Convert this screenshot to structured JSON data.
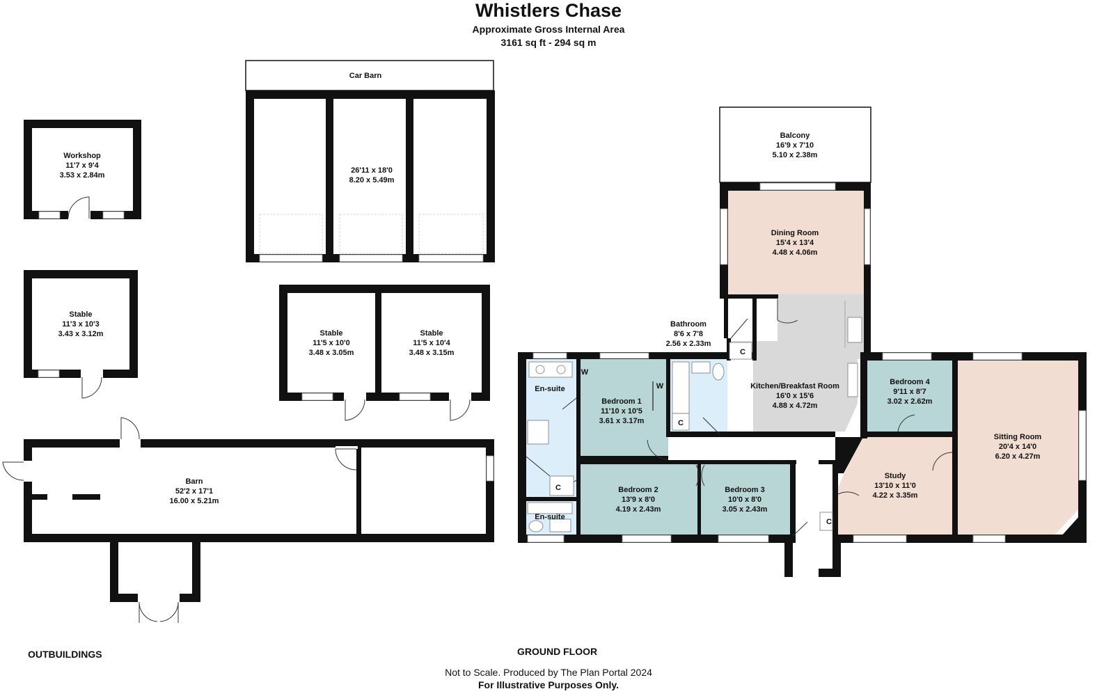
{
  "header": {
    "title": "Whistlers Chase",
    "subtitle": "Approximate Gross Internal Area",
    "area": "3161 sq ft - 294 sq m"
  },
  "sections": {
    "outbuildings": "OUTBUILDINGS",
    "ground_floor": "GROUND FLOOR"
  },
  "footer": {
    "line1": "Not to Scale. Produced by The Plan Portal 2024",
    "line2": "For Illustrative Purposes Only."
  },
  "rooms": {
    "car_barn": {
      "name": "Car Barn",
      "imperial": "26'11 x 18'0",
      "metric": "8.20 x 5.49m"
    },
    "workshop": {
      "name": "Workshop",
      "imperial": "11'7 x 9'4",
      "metric": "3.53 x 2.84m"
    },
    "stable_1": {
      "name": "Stable",
      "imperial": "11'3 x 10'3",
      "metric": "3.43 x 3.12m"
    },
    "stable_2": {
      "name": "Stable",
      "imperial": "11'5 x 10'0",
      "metric": "3.48 x 3.05m"
    },
    "stable_3": {
      "name": "Stable",
      "imperial": "11'5 x 10'4",
      "metric": "3.48 x 3.15m"
    },
    "barn": {
      "name": "Barn",
      "imperial": "52'2 x 17'1",
      "metric": "16.00 x 5.21m"
    },
    "balcony": {
      "name": "Balcony",
      "imperial": "16'9 x 7'10",
      "metric": "5.10 x 2.38m"
    },
    "dining_room": {
      "name": "Dining Room",
      "imperial": "15'4 x 13'4",
      "metric": "4.48 x 4.06m"
    },
    "bathroom": {
      "name": "Bathroom",
      "imperial": "8'6 x 7'8",
      "metric": "2.56 x 2.33m"
    },
    "kitchen": {
      "name": "Kitchen/Breakfast Room",
      "imperial": "16'0 x 15'6",
      "metric": "4.88 x 4.72m"
    },
    "en_suite_1": {
      "name": "En-suite"
    },
    "en_suite_2": {
      "name": "En-suite"
    },
    "bedroom_1": {
      "name": "Bedroom 1",
      "imperial": "11'10 x 10'5",
      "metric": "3.61 x 3.17m"
    },
    "bedroom_2": {
      "name": "Bedroom 2",
      "imperial": "13'9 x 8'0",
      "metric": "4.19 x 2.43m"
    },
    "bedroom_3": {
      "name": "Bedroom 3",
      "imperial": "10'0 x 8'0",
      "metric": "3.05 x 2.43m"
    },
    "bedroom_4": {
      "name": "Bedroom 4",
      "imperial": "9'11 x 8'7",
      "metric": "3.02 x 2.62m"
    },
    "study": {
      "name": "Study",
      "imperial": "13'10 x 11'0",
      "metric": "4.22 x 3.35m"
    },
    "sitting_room": {
      "name": "Sitting Room",
      "imperial": "20'4 x 14'0",
      "metric": "6.20 x 4.27m"
    }
  },
  "markers": {
    "cupboard": "C",
    "wardrobe": "W"
  },
  "colors": {
    "wall": "#111111",
    "dining": "#f2ddd3",
    "sitting": "#f2ddd3",
    "study": "#f2ddd3",
    "kitchen": "#d9d9d9",
    "bedroom": "#b9d6d6",
    "wet_room": "#dbeef9"
  }
}
